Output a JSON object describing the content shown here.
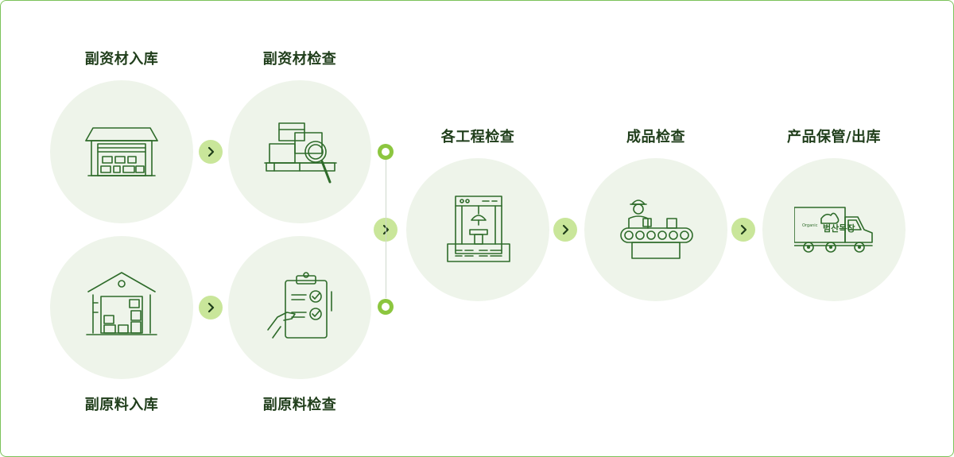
{
  "steps": {
    "sub_material_in": "副资材入库",
    "sub_material_check": "副资材检查",
    "raw_material_in": "副原料入库",
    "raw_material_check": "副原料检查",
    "process_check": "各工程检查",
    "product_check": "成品检查",
    "store_ship": "产品保管/出库"
  },
  "truck_brand": "범산목장",
  "truck_small": "Organic",
  "colors": {
    "border": "#7cc25a",
    "circle": "#eef4ea",
    "arrow": "#c9e69a",
    "dot": "#8cc63f",
    "icon": "#2e6b2a",
    "text": "#1f3d1a"
  }
}
